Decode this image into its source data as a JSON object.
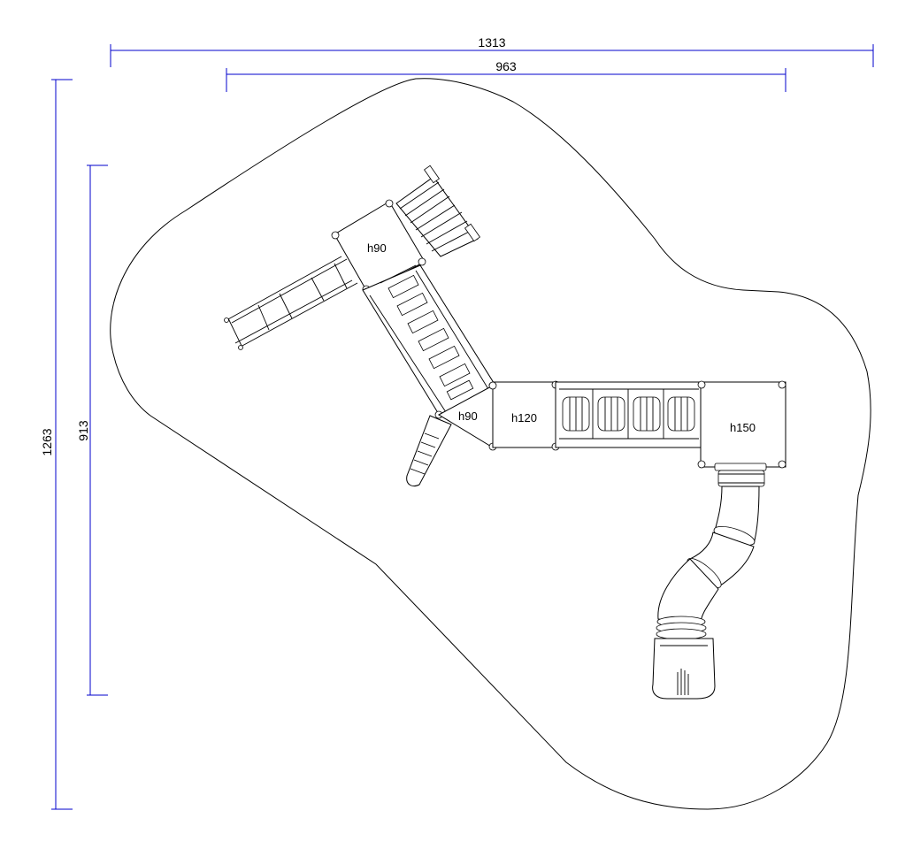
{
  "dimensions": {
    "overall_width": "1313",
    "inner_width": "963",
    "overall_height": "1263",
    "inner_height": "913"
  },
  "platforms": {
    "upper_left": "h90",
    "middle": "h90",
    "center": "h120",
    "right": "h150"
  },
  "colors": {
    "dimension_lines": "#0000cc",
    "drawing_lines": "#000000"
  }
}
